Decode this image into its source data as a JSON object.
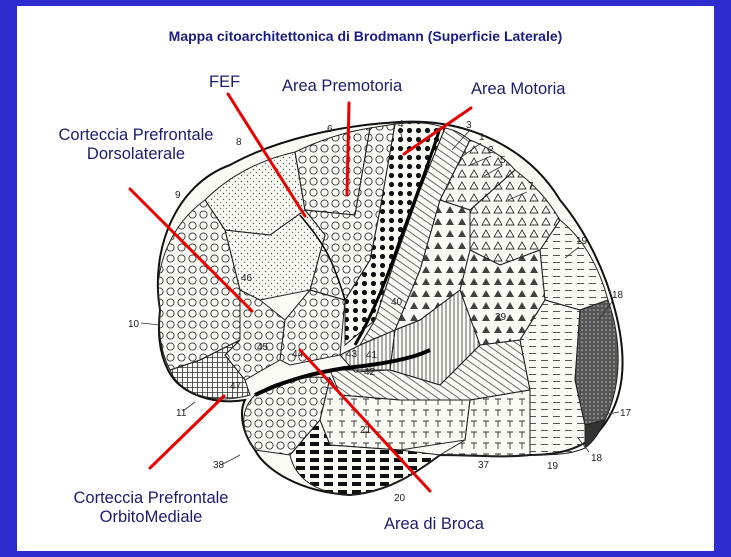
{
  "title": "Mappa citoarchitettonica di Brodmann (Superficie Laterale)",
  "labels": {
    "fef": "FEF",
    "premotor": "Area Premotoria",
    "motor": "Area Motoria",
    "dlpfc_line1": "Corteccia Prefrontale",
    "dlpfc_line2": "Dorsolaterale",
    "ompfc_line1": "Corteccia Prefrontale",
    "ompfc_line2": "OrbitoMediale",
    "broca": "Area di Broca"
  },
  "areas": {
    "a1": "1",
    "a2": "2",
    "a3": "3",
    "a4": "4",
    "a5": "5",
    "a6": "6",
    "a7": "7",
    "a8": "8",
    "a9": "9",
    "a10": "10",
    "a11": "11",
    "a17": "17",
    "a18a": "18",
    "a18b": "18",
    "a19a": "19",
    "a19b": "19",
    "a20": "20",
    "a21": "21",
    "a37": "37",
    "a38": "38",
    "a39": "39",
    "a40": "40",
    "a41": "41",
    "a42": "42",
    "a43": "43",
    "a44": "44",
    "a45": "45",
    "a46": "46",
    "a47": "47"
  },
  "colors": {
    "background": "#2c2ccf",
    "panel": "#ffffff",
    "title": "#1b1b88",
    "label": "#1c1c6e",
    "pointer": "#e60000"
  }
}
